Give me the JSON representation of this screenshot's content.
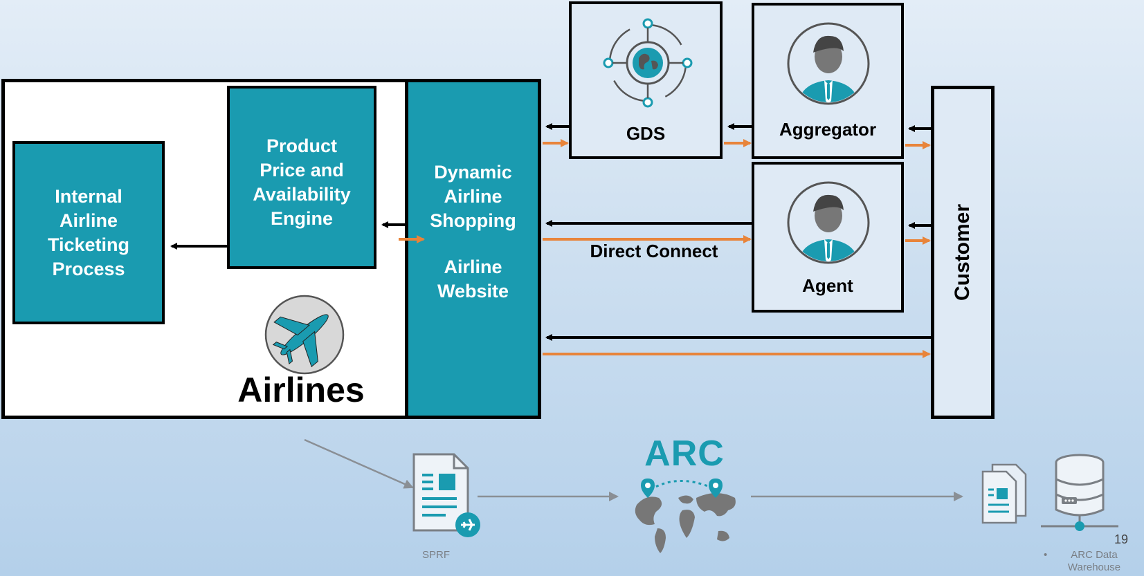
{
  "nodes": {
    "internal": "Internal\nAirline\nTicketing\nProcess",
    "engine": "Product\nPrice and\nAvailability\nEngine",
    "dynamic": "Dynamic\nAirline\nShopping",
    "website": "Airline\nWebsite",
    "airlines": "Airlines",
    "gds": "GDS",
    "aggregator": "Aggregator",
    "agent": "Agent",
    "customer": "Customer"
  },
  "edge_labels": {
    "direct_connect": "Direct Connect"
  },
  "bottom": {
    "sprf": "SPRF",
    "arc_logo": "ARC",
    "bullet": "•",
    "warehouse": "ARC Data\nWarehouse"
  },
  "page_number": "19",
  "icons": [
    "globe-network-icon",
    "person-icon",
    "airplane-icon",
    "document-airplane-icon",
    "world-map-pins-icon",
    "documents-icon",
    "database-icon"
  ],
  "colors": {
    "teal": "#1a9bb0",
    "orange_arrow": "#e8843a",
    "black_arrow": "#000000",
    "grey_flow": "#8a8f95"
  }
}
